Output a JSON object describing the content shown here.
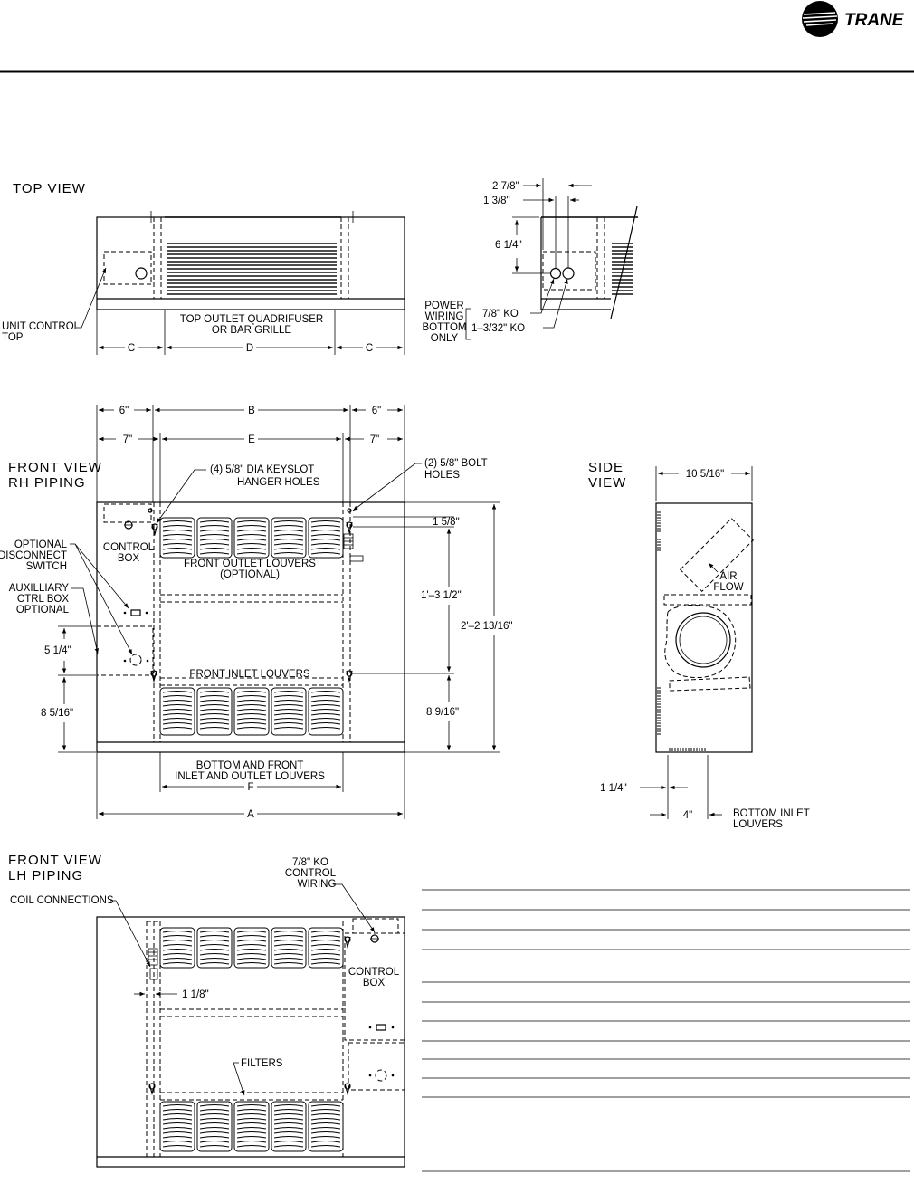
{
  "brand": {
    "name": "TRANE",
    "logo_icon": "trane-circle-logo-icon"
  },
  "views": {
    "top_view": {
      "title": "TOP VIEW",
      "unit_control": [
        "UNIT CONTROL",
        "TOP"
      ],
      "grille": [
        "TOP OUTLET QUADRIFUSER",
        "OR BAR GRILLE"
      ],
      "dims": {
        "c_left": "C",
        "d": "D",
        "c_right": "C"
      }
    },
    "detail_view": {
      "dim_a": "2 7/8\"",
      "dim_b": "1 3/8\"",
      "dim_c": "6 1/4\"",
      "ko_small": "7/8\" KO",
      "ko_large": "1–3/32\" KO",
      "power": [
        "POWER",
        "WIRING",
        "BOTTOM",
        "ONLY"
      ]
    },
    "front_rh": {
      "title": [
        "FRONT VIEW",
        "RH PIPING"
      ],
      "dim_6_left": "6\"",
      "dim_b": "B",
      "dim_6_right": "6\"",
      "dim_7_left": "7\"",
      "dim_e": "E",
      "dim_7_right": "7\"",
      "keyslot": [
        "(4) 5/8\" DIA KEYSLOT",
        "HANGER HOLES"
      ],
      "bolt": [
        "(2) 5/8\" BOLT",
        "HOLES"
      ],
      "control_box": [
        "CONTROL",
        "BOX"
      ],
      "disconnect": [
        "OPTIONAL",
        "DISCONNECT",
        "SWITCH"
      ],
      "aux": [
        "AUXILLIARY",
        "CTRL BOX",
        "OPTIONAL"
      ],
      "outlet_louvers": [
        "FRONT OUTLET LOUVERS",
        "(OPTIONAL)"
      ],
      "inlet_louvers": "FRONT INLET LOUVERS",
      "bottom_louvers": [
        "BOTTOM AND FRONT",
        "INLET AND OUTLET LOUVERS"
      ],
      "dim_f": "F",
      "dim_a": "A",
      "dim_5_1_4": "5 1/4\"",
      "dim_8_5_16": "8 5/16\"",
      "dim_1_5_8": "1 5/8\"",
      "dim_1_3_1_2": "1'–3 1/2\"",
      "dim_2_2_13_16": "2'–2 13/16\"",
      "dim_8_9_16": "8 9/16\""
    },
    "side_view": {
      "title": [
        "SIDE",
        "VIEW"
      ],
      "dim_width": "10 5/16\"",
      "air_flow": [
        "AIR",
        "FLOW"
      ],
      "dim_1_1_4": "1 1/4\"",
      "dim_4": "4\"",
      "bottom_inlet": [
        "BOTTOM INLET",
        "LOUVERS"
      ]
    },
    "front_lh": {
      "title": [
        "FRONT VIEW",
        "LH PIPING"
      ],
      "ko": [
        "7/8\" KO",
        "CONTROL",
        "WIRING"
      ],
      "coil": "COIL CONNECTIONS",
      "dim_1_1_8": "1 1/8\"",
      "control_box": [
        "CONTROL",
        "BOX"
      ],
      "filters": "FILTERS"
    }
  }
}
